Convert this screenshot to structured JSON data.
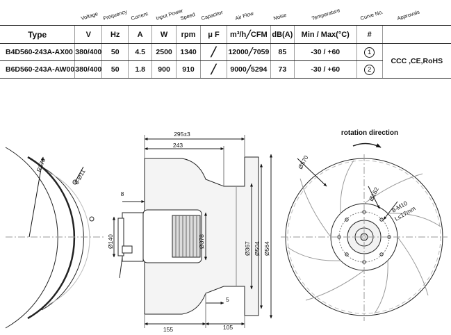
{
  "header_labels": [
    "Voltage",
    "Frequency",
    "Current",
    "Input Power",
    "Speed",
    "Capacitor",
    "Air Flow",
    "Noise",
    "Temperature",
    "Curve No.",
    "Approvals"
  ],
  "units": {
    "type": "Type",
    "voltage": "V",
    "frequency": "Hz",
    "current": "A",
    "power": "W",
    "speed": "rpm",
    "capacitor": "μ F",
    "airflow": "m³/h╱CFM",
    "noise": "dB(A)",
    "temperature": "Min / Max(°C)",
    "curve": "#"
  },
  "rows": [
    {
      "model": "B4D560-243A-AX00",
      "voltage": "380/400",
      "frequency": "50",
      "current": "4.5",
      "power": "2500",
      "speed": "1340",
      "capacitor": "╱",
      "airflow": "12000╱7059",
      "noise": "85",
      "temperature": "-30 / +60",
      "curve": "1"
    },
    {
      "model": "B6D560-243A-AW00",
      "voltage": "380/400",
      "frequency": "50",
      "current": "1.8",
      "power": "900",
      "speed": "910",
      "capacitor": "╱",
      "airflow": "9000╱5294",
      "noise": "73",
      "temperature": "-30 / +60",
      "curve": "2"
    }
  ],
  "approvals": "CCC ,CE,RoHS",
  "drawing": {
    "rotation_label": "rotation direction",
    "left_view": {
      "radius": "R270",
      "holes": "8-Ø11"
    },
    "side_view": {
      "overall": "295±3",
      "depth": "243",
      "flange": "8",
      "shaft_dia": "Ø140",
      "motor_dia": "Ø378",
      "d1": "Ø367",
      "d2": "Ø504",
      "d3": "Ø564",
      "gap": "5",
      "base_left": "155",
      "base_right": "105"
    },
    "front_view": {
      "impeller_dia": "Ø570",
      "hub_dia": "Ø162",
      "holes": "8-M10",
      "depth_note": "L≤17mm"
    }
  }
}
